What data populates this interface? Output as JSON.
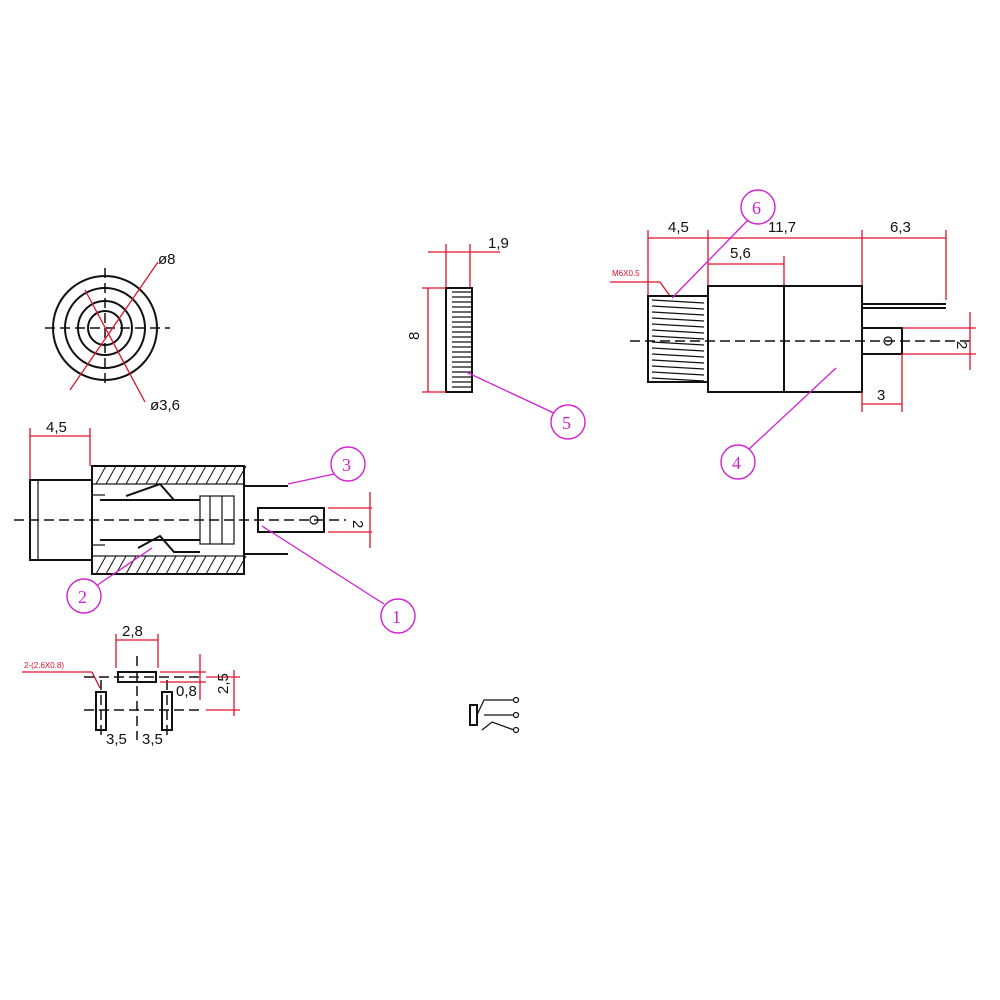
{
  "front_view": {
    "outer_diameter": "ø8",
    "inner_diameter": "ø3,6"
  },
  "section_view": {
    "body_offset": "4,5",
    "tab_width": "2"
  },
  "nut_view": {
    "thickness": "1,9",
    "diameter": "8"
  },
  "side_view": {
    "thread_length": "4,5",
    "body_length": "11,7",
    "pin_length": "6,3",
    "thread_spec": "M6X0.5",
    "mid_length": "5,6",
    "tab_width": "2",
    "tab_length": "3"
  },
  "pcb_layout": {
    "slot_width": "2,8",
    "slot_height": "0,8",
    "slot_spec": "2-(2.6X0.8)",
    "row_pitch": "2,5",
    "col_pitch": "3,5"
  },
  "callouts": [
    "1",
    "2",
    "3",
    "4",
    "5",
    "6"
  ],
  "colors": {
    "outline": "#111111",
    "dimension": "#e0102a",
    "callout": "#d21fd2"
  }
}
